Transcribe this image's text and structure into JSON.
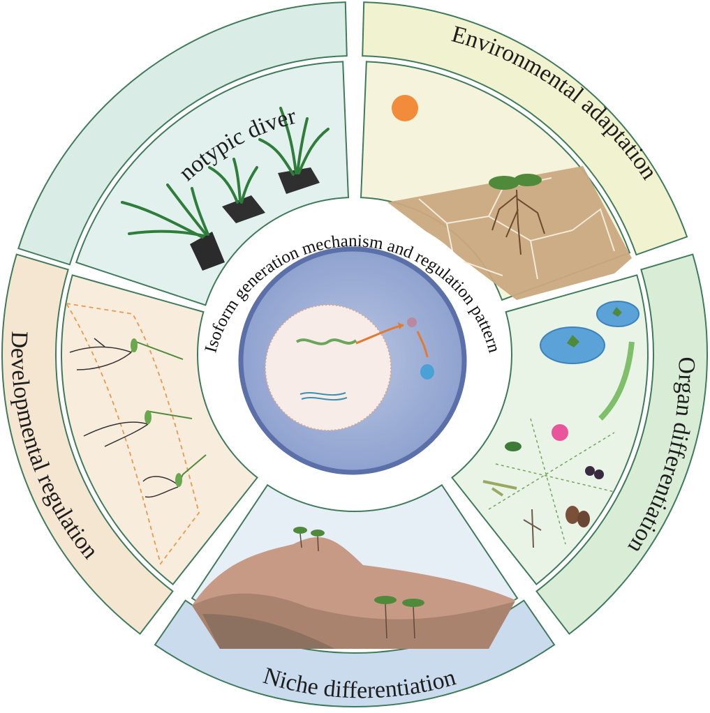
{
  "diagram": {
    "center_label": "Isoform generation mechanism and regulation pattern",
    "sections": [
      {
        "key": "phenotypic",
        "label": "Phenotypic diversity",
        "band_color": "#d9ece6",
        "panel_color": "#e3f1ee"
      },
      {
        "key": "environmental",
        "label": "Environmental adaptation",
        "band_color": "#f1f2cf",
        "panel_color": "#f6f3dc"
      },
      {
        "key": "organ",
        "label": "Organ differentiation",
        "band_color": "#d8ecd6",
        "panel_color": "#eaf4e6"
      },
      {
        "key": "niche",
        "label": "Niche differentiation",
        "band_color": "#c9dbed",
        "panel_color": "#e6eef6"
      },
      {
        "key": "developmental",
        "label": "Developmental regulation",
        "band_color": "#f5e6d2",
        "panel_color": "#f8ecdd"
      }
    ],
    "colors": {
      "border": "#3f7a5a",
      "cell_outer": "#5b6fa8",
      "cell_fill": "#a9b9da",
      "nucleus_fill": "#f7ece7",
      "nucleus_dots": "#c9785a",
      "sun": "#f28c3b",
      "soil": "#c7a77f",
      "leaf": "#4f8a3a"
    }
  }
}
